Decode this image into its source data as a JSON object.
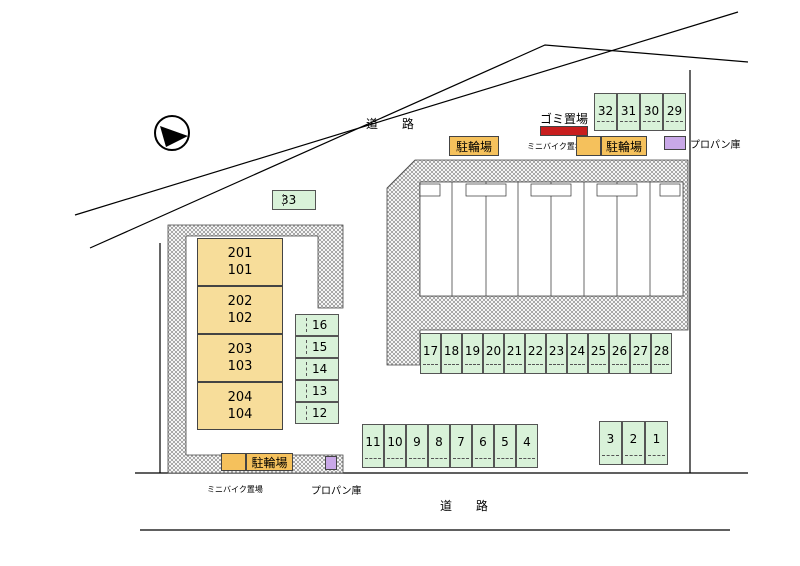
{
  "north_icon": "north-arrow-icon",
  "colors": {
    "parking": "#d9f2d9",
    "bike": "#f5c15c",
    "propane": "#c9a8e8",
    "garbage": "#c81e1e",
    "units": "#f7dd9a"
  },
  "labels": {
    "road_top": "道 路",
    "road_bottom": "道 路",
    "garbage": "ゴミ置場",
    "bike_top_left": "駐輪場",
    "bike_top_right": "駐輪場",
    "bike_bottom": "駐輪場",
    "mini_bike_top": "ミニバイク置場",
    "mini_bike_bottom": "ミニバイク置場",
    "propane_top": "プロパン庫",
    "propane_bottom": "プロパン庫"
  },
  "units": [
    {
      "upper": "201",
      "lower": "101"
    },
    {
      "upper": "202",
      "lower": "102"
    },
    {
      "upper": "203",
      "lower": "103"
    },
    {
      "upper": "204",
      "lower": "104"
    }
  ],
  "parking": {
    "top_right": [
      "32",
      "31",
      "30",
      "29"
    ],
    "single": "33",
    "middle_column": [
      "16",
      "15",
      "14",
      "13",
      "12"
    ],
    "right_row": [
      "17",
      "18",
      "19",
      "20",
      "21",
      "22",
      "23",
      "24",
      "25",
      "26",
      "27",
      "28"
    ],
    "bottom_left": [
      "11",
      "10",
      "9",
      "8",
      "7",
      "6",
      "5",
      "4"
    ],
    "bottom_right": [
      "3",
      "2",
      "1"
    ]
  }
}
